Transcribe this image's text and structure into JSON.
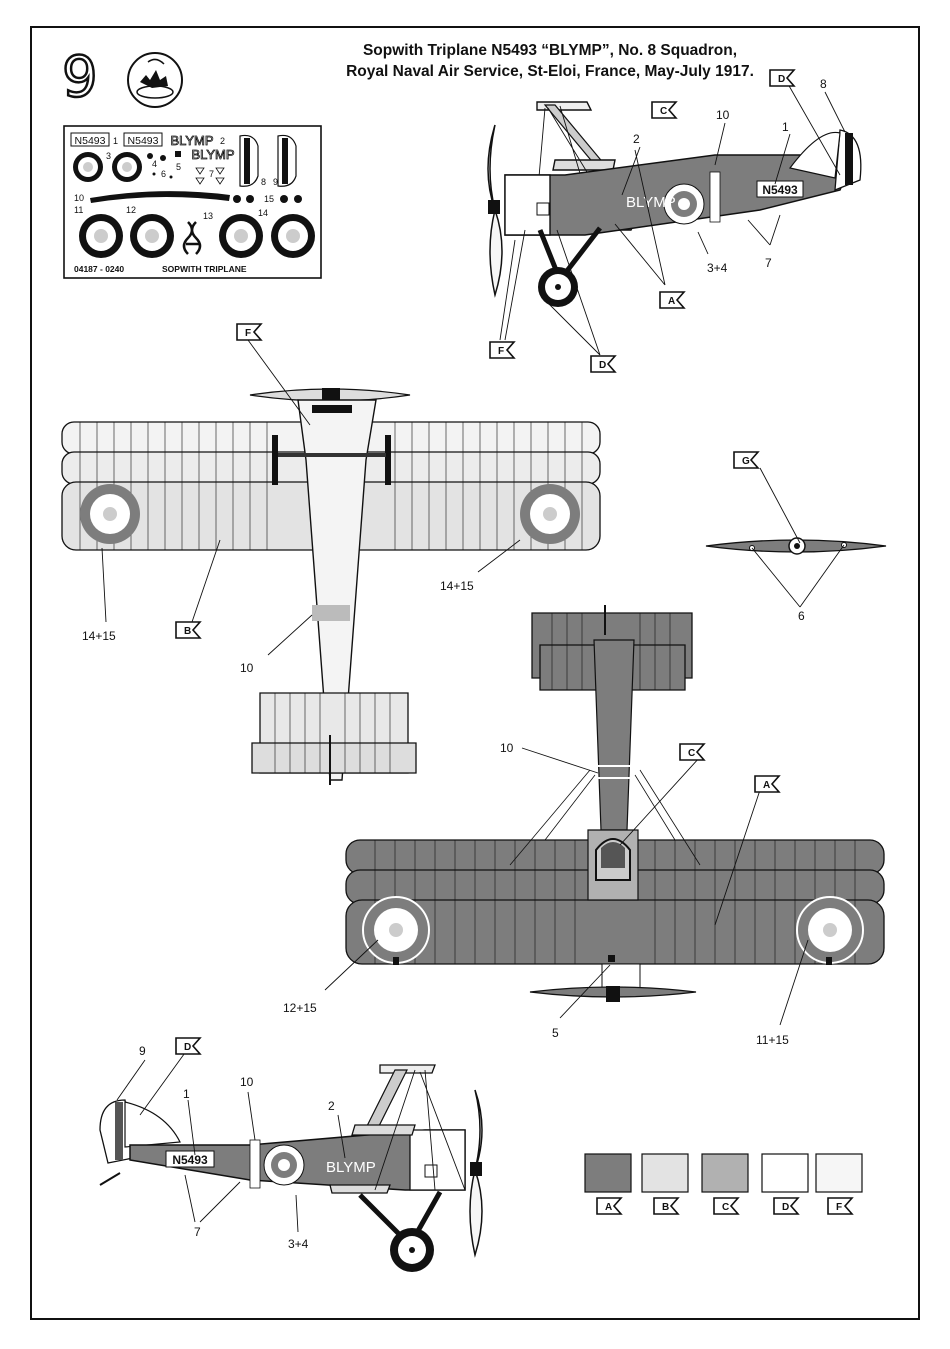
{
  "step_number": "9",
  "title_line1": "Sopwith Triplane N5493 “BLYMP”, No. 8 Squadron,",
  "title_line2": "Royal Naval Air Service, St-Eloi, France, May-July 1917.",
  "decal_sheet": {
    "serial": "N5493",
    "name": "BLYMP",
    "product_code": "04187 - 0240",
    "product_name": "SOPWITH TRIPLANE",
    "numbers": [
      "1",
      "2",
      "3",
      "4",
      "5",
      "6",
      "7",
      "8",
      "9",
      "10",
      "11",
      "12",
      "13",
      "14",
      "15"
    ]
  },
  "aircraft_markings": {
    "serial": "N5493",
    "name": "BLYMP"
  },
  "side_view_top": {
    "callouts": [
      "8",
      "1",
      "10",
      "2",
      "3+4",
      "7"
    ],
    "paint_tags": [
      "D",
      "C",
      "A",
      "F",
      "D"
    ]
  },
  "top_view": {
    "callouts": [
      "14+15",
      "14+15",
      "10"
    ],
    "paint_tags": [
      "F",
      "B"
    ]
  },
  "propeller_view": {
    "callouts": [
      "6"
    ],
    "paint_tags": [
      "G"
    ]
  },
  "bottom_view": {
    "callouts": [
      "10",
      "12+15",
      "5",
      "11+15"
    ],
    "paint_tags": [
      "C",
      "A"
    ]
  },
  "side_view_bottom": {
    "callouts": [
      "9",
      "1",
      "10",
      "2",
      "7",
      "3+4"
    ],
    "paint_tags": [
      "D"
    ]
  },
  "colors": {
    "A": "#7d7d7d",
    "B": "#e3e3e3",
    "C": "#b1b1b1",
    "D": "#ffffff",
    "F": "#f6f6f6",
    "line": "#111111"
  },
  "color_legend": [
    {
      "tag": "A",
      "color": "#7d7d7d"
    },
    {
      "tag": "B",
      "color": "#e3e3e3"
    },
    {
      "tag": "C",
      "color": "#b1b1b1"
    },
    {
      "tag": "D",
      "color": "#ffffff"
    },
    {
      "tag": "F",
      "color": "#f6f6f6"
    }
  ]
}
